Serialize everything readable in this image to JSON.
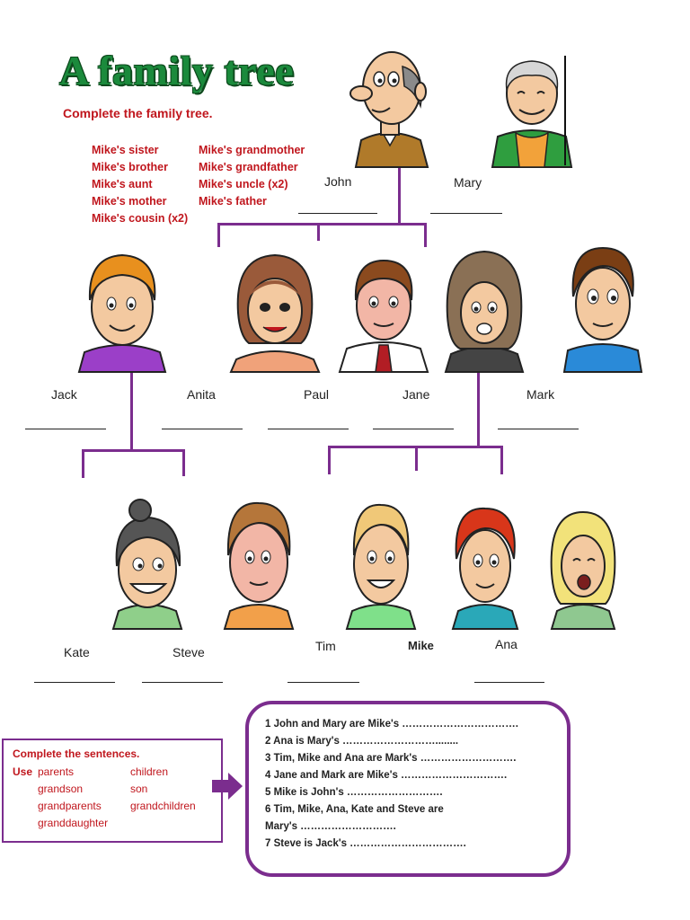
{
  "title": "A family tree",
  "subtitle": "Complete the family tree.",
  "word_bank_left": [
    "Mike's sister",
    "Mike's brother",
    "Mike's aunt",
    "Mike's mother",
    "Mike's cousin (x2)"
  ],
  "word_bank_right": [
    "Mike's grandmother",
    "Mike's grandfather",
    "Mike's uncle (x2)",
    "Mike's father"
  ],
  "names": {
    "john": "John",
    "mary": "Mary",
    "jack": "Jack",
    "anita": "Anita",
    "paul": "Paul",
    "jane": "Jane",
    "mark": "Mark",
    "kate": "Kate",
    "steve": "Steve",
    "tim": "Tim",
    "mike": "Mike",
    "ana": "Ana"
  },
  "sentences_box": {
    "heading": "Complete the sentences.",
    "use_label": "Use",
    "words": [
      "parents",
      "children",
      "grandson",
      "son",
      "grandparents",
      "grandchildren",
      "granddaughter"
    ]
  },
  "questions": [
    "1   John and Mary are Mike's …………………………….",
    "2   Ana is Mary's ………………………........",
    "3   Tim, Mike and Ana are Mark's ……………………….",
    "4   Jane and Mark are Mike's ………………………….",
    "5   Mike is John's ……………………….",
    "6   Tim, Mike, Ana, Kate and Steve are",
    "      Mary's ……………………….",
    "7   Steve is Jack's ……………………………."
  ],
  "colors": {
    "title_green": "#1b8a3c",
    "red_text": "#c0161d",
    "tree_purple": "#7b2d8e"
  }
}
